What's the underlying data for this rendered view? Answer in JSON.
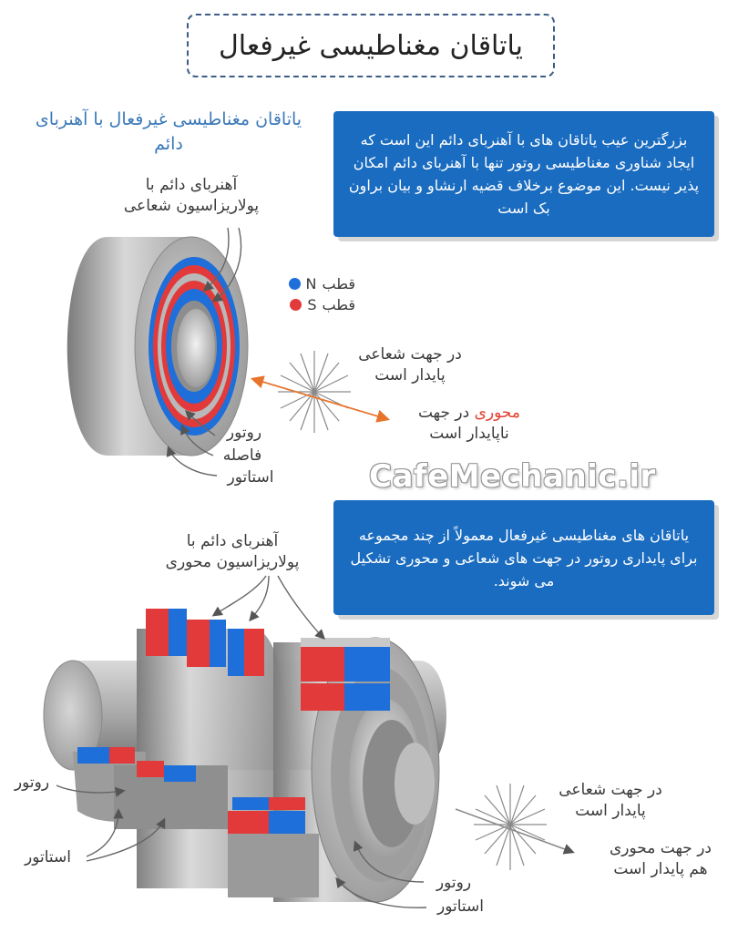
{
  "title": "یاتاقان مغناطیسی غیرفعال",
  "subtitle": "یاتاقان مغناطیسی غیرفعال با آهنربای دائم",
  "callout_top": "بزرگترین عیب یاتاقان های با آهنربای دائم این است که ایجاد شناوری مغناطیسی روتور تنها با آهنربای دائم امکان پذیر نیست. این موضوع برخلاف قضیه ارنشاو و بیان براون بک است",
  "callout_bottom": "یاتاقان های مغناطیسی غیرفعال معمولاً از چند مجموعه برای پایداری روتور در جهت های شعاعی و محوری تشکیل می شوند.",
  "watermark": "CafeMechanic.ir",
  "top_diagram": {
    "magnet_label_line1": "آهنربای دائم با",
    "magnet_label_line2": "پولاریزاسیون شعاعی",
    "legend": [
      {
        "letter": "N",
        "text": "قطب",
        "color": "#1e6fd9"
      },
      {
        "letter": "S",
        "text": "قطب",
        "color": "#e23a3a"
      }
    ],
    "radial_line1": "در جهت شعاعی",
    "radial_line2": "پایدار است",
    "axial_prefix": "در جهت",
    "axial_word": "محوری",
    "axial_line2": "ناپایدار است",
    "rotor": "روتور",
    "gap": "فاصله",
    "stator": "استاتور"
  },
  "bottom_diagram": {
    "magnet_label_line1": "آهنربای دائم با",
    "magnet_label_line2": "پولاریزاسیون محوری",
    "rotor_left": "روتور",
    "stator_left": "استاتور",
    "radial_line1": "در جهت شعاعی",
    "radial_line2": "پایدار است",
    "axial_line1": "در جهت محوری",
    "axial_line2": "هم پایدار است",
    "rotor_bottom": "روتور",
    "stator_bottom": "استاتور"
  },
  "colors": {
    "accent_blue": "#1a6cc0",
    "pole_blue": "#1e6fd9",
    "pole_red": "#e23a3a",
    "arrow_orange": "#e8742c"
  }
}
